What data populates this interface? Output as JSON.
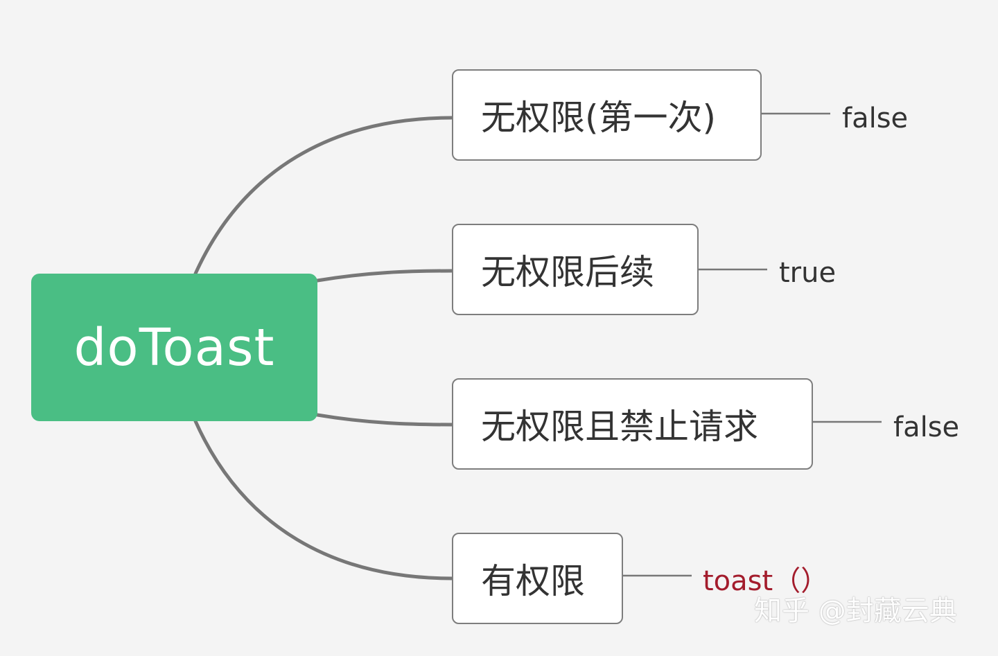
{
  "root": {
    "label": "doToast"
  },
  "branches": [
    {
      "label": "无权限(第一次)",
      "result": "false"
    },
    {
      "label": "无权限后续",
      "result": "true"
    },
    {
      "label": "无权限且禁止请求",
      "result": "false"
    },
    {
      "label": "有权限",
      "result": "toast（）"
    }
  ],
  "colors": {
    "root_fill": "#4abe84",
    "line": "#777777",
    "node_border": "#7d7d7d",
    "result_text": "#333333",
    "highlight_result": "#a31c2c",
    "background": "#f4f4f4"
  },
  "watermark": "知乎 @封藏云典"
}
